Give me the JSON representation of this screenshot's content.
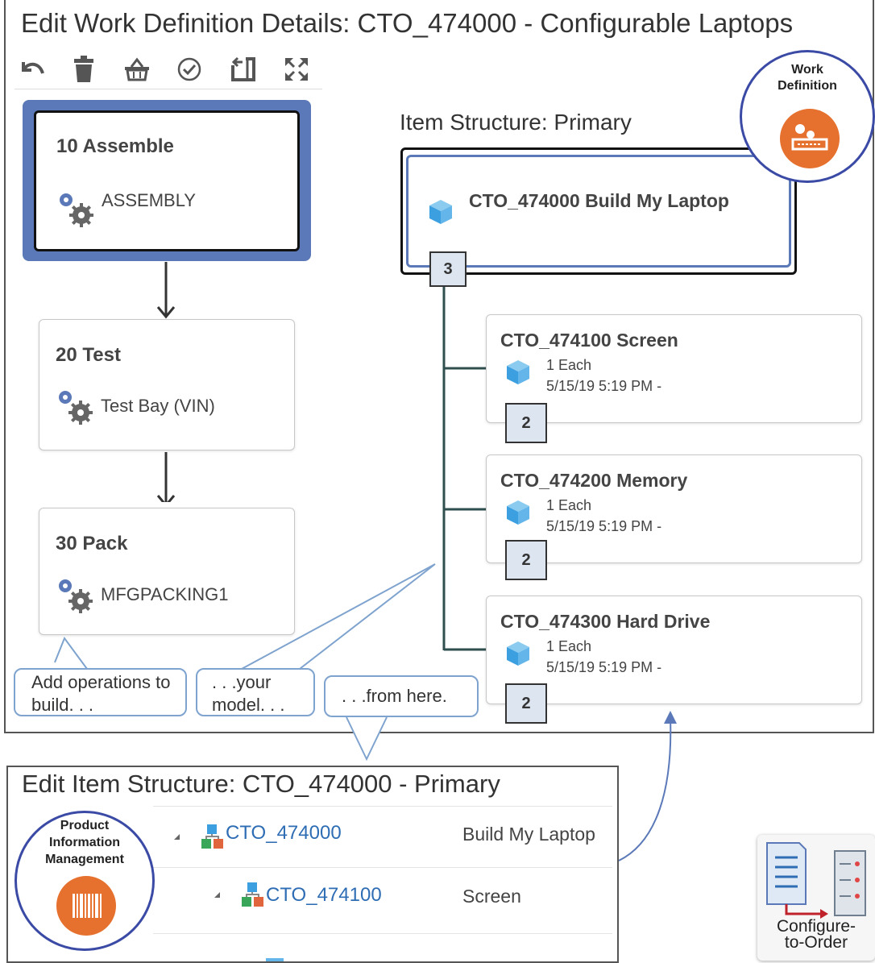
{
  "page": {
    "title": "Edit Work Definition Details: CTO_474000 - Configurable Laptops"
  },
  "toolbar": {
    "icons": [
      "undo-icon",
      "delete-icon",
      "basket-icon",
      "check-circle-icon",
      "export-icon",
      "expand-icon"
    ]
  },
  "operations": [
    {
      "title": "10 Assemble",
      "resource": "ASSEMBLY",
      "selected": true
    },
    {
      "title": "20 Test",
      "resource": "Test Bay (VIN)",
      "selected": false
    },
    {
      "title": "30 Pack",
      "resource": "MFGPACKING1",
      "selected": false
    }
  ],
  "item_structure": {
    "title": "Item Structure: Primary",
    "root": {
      "label": "CTO_474000 Build My Laptop",
      "badge": "3"
    },
    "components": [
      {
        "title": "CTO_474100 Screen",
        "qty": "1 Each",
        "date": "5/15/19 5:19 PM -",
        "badge": "2"
      },
      {
        "title": "CTO_474200 Memory",
        "qty": "1 Each",
        "date": "5/15/19 5:19 PM -",
        "badge": "2"
      },
      {
        "title": "CTO_474300 Hard Drive",
        "qty": "1 Each",
        "date": "5/15/19 5:19 PM -",
        "badge": "2"
      }
    ]
  },
  "callouts": {
    "add_operations": "Add operations to build. . .",
    "your_model": ". . .your model. . .",
    "from_here": ". . .from here."
  },
  "work_definition_badge": {
    "line1": "Work",
    "line2": "Definition"
  },
  "edit_item_structure": {
    "title": "Edit Item Structure: CTO_474000 - Primary",
    "rows": [
      {
        "item": "CTO_474000",
        "description": "Build My Laptop"
      },
      {
        "item": "CTO_474100",
        "description": "Screen"
      }
    ]
  },
  "pim_badge": {
    "line1": "Product",
    "line2": "Information",
    "line3": "Management"
  },
  "cto_badge": {
    "line1": "Configure-",
    "line2": "to-Order"
  },
  "colors": {
    "accent_blue": "#5b79b8",
    "orange": "#e6702e",
    "link": "#2e6db4",
    "callout_border": "#7fa3cf"
  }
}
